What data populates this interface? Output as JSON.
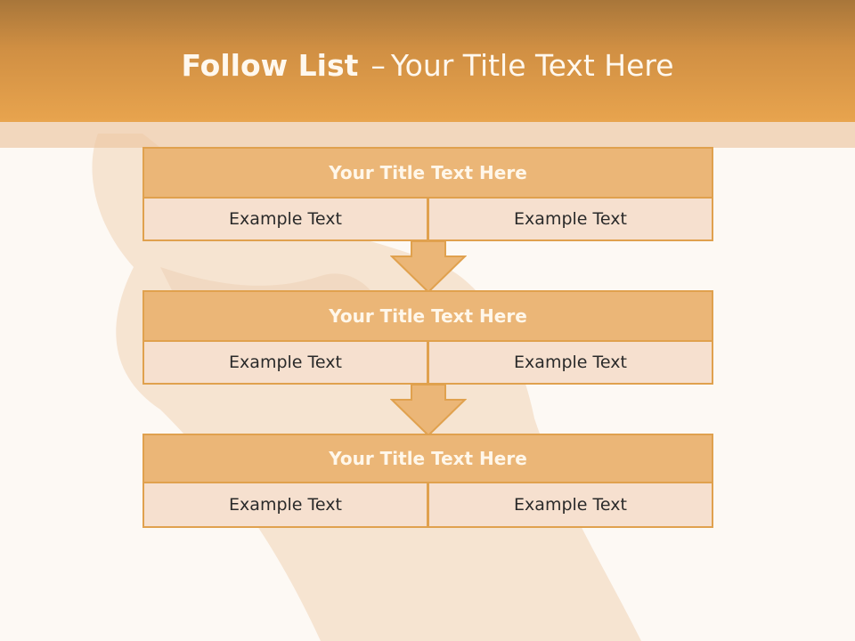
{
  "slide": {
    "title_bold": "Follow List",
    "title_dash": "–",
    "title_rest": "Your Title Text Here"
  },
  "steps": [
    {
      "title": "Your Title Text Here",
      "left": "Example Text",
      "right": "Example Text"
    },
    {
      "title": "Your Title Text Here",
      "left": "Example Text",
      "right": "Example Text"
    },
    {
      "title": "Your Title Text Here",
      "left": "Example Text",
      "right": "Example Text"
    }
  ],
  "colors": {
    "header": "#e8a44e",
    "block_title": "#ebb677",
    "block_cell": "#f6e0cf",
    "border": "#e0a14e"
  }
}
